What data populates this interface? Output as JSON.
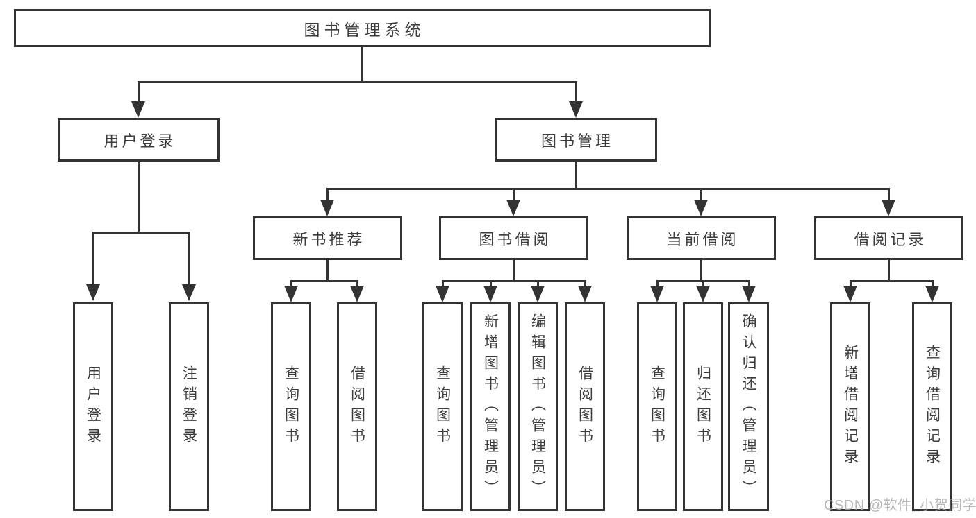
{
  "colors": {
    "line": "#333333",
    "box_border": "#333333",
    "text": "#3d3d3d",
    "background": "#ffffff",
    "watermark": "#ababab"
  },
  "watermark": {
    "text": "CSDN @软件_小贺同学"
  },
  "tree": {
    "label": "图书管理系统",
    "children": [
      {
        "label": "用户登录",
        "children": [
          {
            "label": "用户登录"
          },
          {
            "label": "注销登录"
          }
        ]
      },
      {
        "label": "图书管理",
        "children": [
          {
            "label": "新书推荐",
            "children": [
              {
                "label": "查询图书"
              },
              {
                "label": "借阅图书"
              }
            ]
          },
          {
            "label": "图书借阅",
            "children": [
              {
                "label": "查询图书"
              },
              {
                "label": "新增图书（管理员）"
              },
              {
                "label": "编辑图书（管理员）"
              },
              {
                "label": "借阅图书"
              }
            ]
          },
          {
            "label": "当前借阅",
            "children": [
              {
                "label": "查询图书"
              },
              {
                "label": "归还图书"
              },
              {
                "label": "确认归还（管理员）"
              }
            ]
          },
          {
            "label": "借阅记录",
            "children": [
              {
                "label": "新增借阅记录"
              },
              {
                "label": "查询借阅记录"
              }
            ]
          }
        ]
      }
    ]
  }
}
